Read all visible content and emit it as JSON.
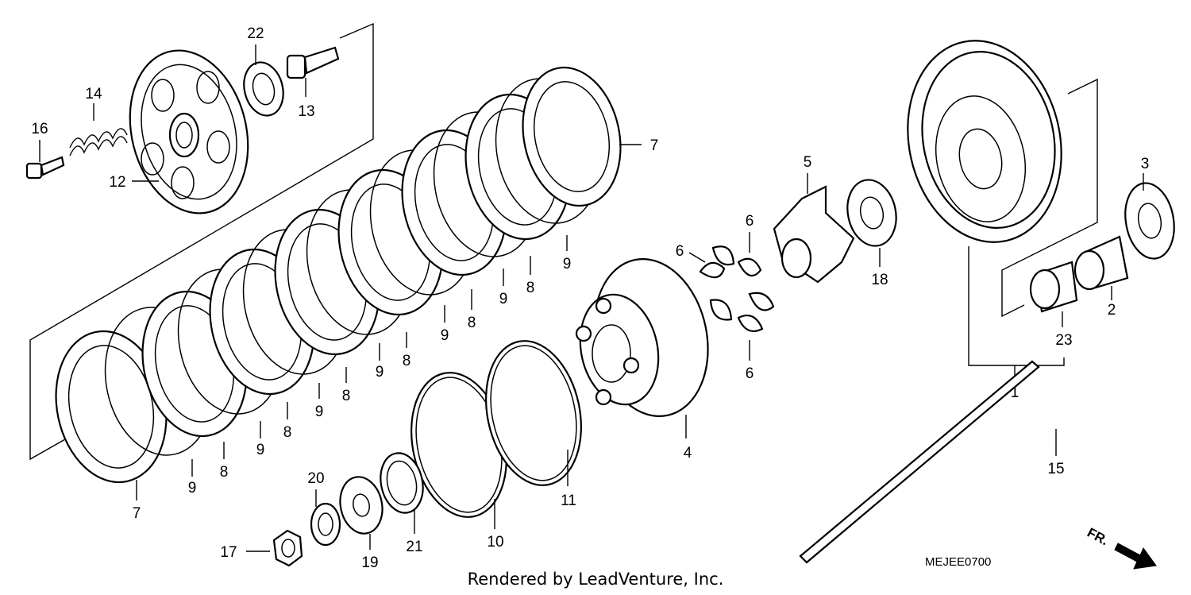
{
  "callouts": {
    "c1": "1",
    "c2": "2",
    "c3": "3",
    "c4": "4",
    "c5": "5",
    "c6a": "6",
    "c6b": "6",
    "c6c": "6",
    "c7a": "7",
    "c7b": "7",
    "c8a": "8",
    "c8b": "8",
    "c8c": "8",
    "c8d": "8",
    "c8e": "8",
    "c8f": "8",
    "c9a": "9",
    "c9b": "9",
    "c9c": "9",
    "c9d": "9",
    "c9e": "9",
    "c9f": "9",
    "c9g": "9",
    "c10": "10",
    "c11": "11",
    "c12": "12",
    "c13": "13",
    "c14": "14",
    "c15": "15",
    "c16": "16",
    "c17": "17",
    "c18": "18",
    "c19": "19",
    "c20": "20",
    "c21": "21",
    "c22": "22",
    "c23": "23"
  },
  "diagram_code": "MEJEE0700",
  "front_label": "FR.",
  "credit": "Rendered by LeadVenture, Inc."
}
